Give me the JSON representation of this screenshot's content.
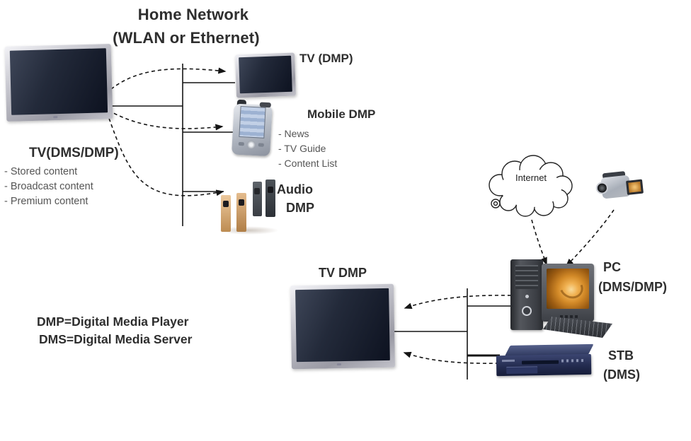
{
  "title": {
    "line1": "Home Network",
    "line2": "(WLAN or Ethernet)"
  },
  "home_network": {
    "tv_server": {
      "label": "TV(DMS/DMP)",
      "items": [
        "- Stored content",
        "- Broadcast content",
        "- Premium content"
      ]
    },
    "tv_player": {
      "label": "TV (DMP)"
    },
    "mobile": {
      "label": "Mobile DMP",
      "items": [
        "- News",
        "- TV Guide",
        "- Content List"
      ]
    },
    "audio": {
      "label_line1": "Audio",
      "label_line2": "DMP"
    }
  },
  "pc_network": {
    "internet": {
      "label": "Internet"
    },
    "pc": {
      "label": "PC",
      "sublabel": "(DMS/DMP)"
    },
    "tv": {
      "label": "TV DMP"
    },
    "stb": {
      "label": "STB",
      "sublabel": "(DMS)"
    }
  },
  "legend": {
    "line1": "DMP=Digital Media Player",
    "line2": "DMS=Digital Media Server"
  },
  "icons": {
    "tv_server": "flat-panel-tv",
    "tv_player": "flat-panel-tv-small",
    "mobile": "pda-handheld",
    "audio": "tower-speakers",
    "internet": "cloud",
    "camcorder": "video-camera",
    "pc": "desktop-computer",
    "tv_dmp": "flat-panel-tv-large",
    "stb": "set-top-box"
  },
  "colors": {
    "line": "#151515",
    "text_dark": "#2e2e2e",
    "text_gray": "#555555",
    "screen_navy": "#141c2c",
    "stb_navy": "#242c50",
    "pc_screen_orange": "#d38a28"
  }
}
